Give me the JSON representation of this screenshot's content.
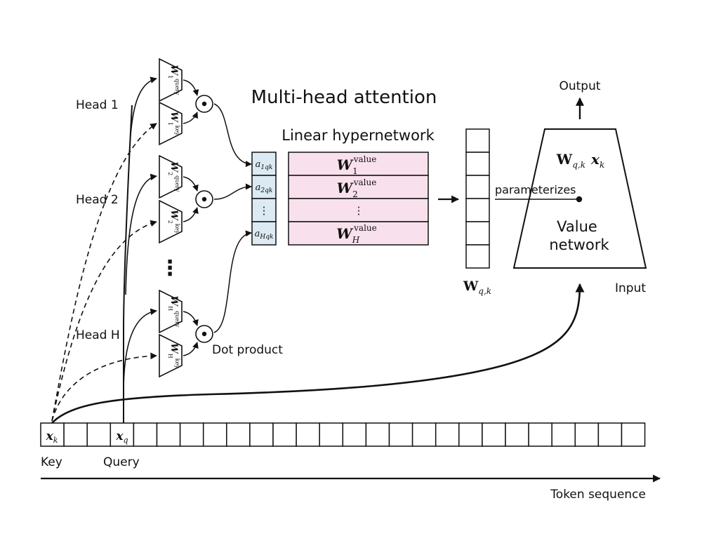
{
  "title": "Multi-head attention",
  "hypernetwork_title": "Linear hypernetwork",
  "head_labels": [
    "Head 1",
    "Head 2",
    "Head H"
  ],
  "vertical_dots": "⋮",
  "dot_product_label": "Dot product",
  "dot_symbol": "•",
  "projections": [
    {
      "name": "W",
      "sub": "1",
      "sup": "query"
    },
    {
      "name": "W",
      "sub": "1",
      "sup": "key"
    },
    {
      "name": "W",
      "sub": "2",
      "sup": "query"
    },
    {
      "name": "W",
      "sub": "2",
      "sup": "key"
    },
    {
      "name": "W",
      "sub": "H",
      "sup": "query"
    },
    {
      "name": "W",
      "sub": "H",
      "sup": "key"
    }
  ],
  "coefficients": [
    {
      "name": "a",
      "sub": "1qk"
    },
    {
      "name": "a",
      "sub": "2qk"
    },
    {
      "name": "⋮",
      "sub": ""
    },
    {
      "name": "a",
      "sub": "Hqk"
    }
  ],
  "value_matrices": [
    {
      "name": "W",
      "sub": "1",
      "sup": "value"
    },
    {
      "name": "W",
      "sub": "2",
      "sup": "value"
    },
    {
      "name": "⋮",
      "sub": "",
      "sup": ""
    },
    {
      "name": "W",
      "sub": "H",
      "sup": "value"
    }
  ],
  "weight_vector_label": {
    "name": "W",
    "sub": "q,k"
  },
  "value_network": {
    "formula_w": "W",
    "formula_w_sub": "q,k",
    "formula_x": "x",
    "formula_x_sub": "k",
    "parameterizes": "parameterizes",
    "line1": "Value",
    "line2": "network",
    "output": "Output",
    "input": "Input"
  },
  "tokens": {
    "key": {
      "name": "x",
      "sub": "k"
    },
    "query": {
      "name": "x",
      "sub": "q"
    },
    "key_label": "Key",
    "query_label": "Query",
    "axis_label": "Token sequence"
  }
}
